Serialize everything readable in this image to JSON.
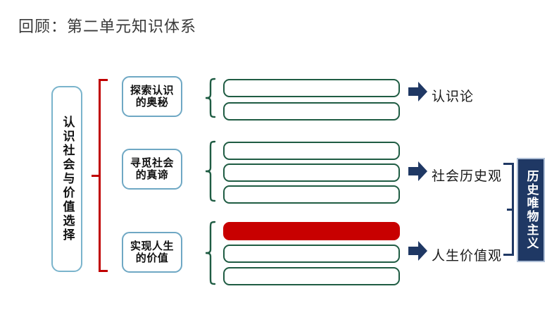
{
  "slide": {
    "title": "回顾：第二单元知识体系",
    "master_unit": "认识社会与价值选择",
    "summary": "历史唯物主义"
  },
  "colors": {
    "chapter_border": "#6fa8c4",
    "master_border": "#7ab4cc",
    "red_bracket": "#c00000",
    "green_bracket": "#1f5c43",
    "bar_border": "#1f5c43",
    "bar_highlight_fill": "#c80000",
    "arrow_navy": "#1f3864",
    "summary_fill": "#1f3864",
    "summary_border": "#aebfd6",
    "title_text": "#3a3a3a"
  },
  "groups": [
    {
      "chapter_line1": "探索认识",
      "chapter_line2": "的奥秘",
      "view_label": "认识论",
      "bars": [
        {
          "text": "",
          "highlight": false
        },
        {
          "text": "",
          "highlight": false
        }
      ]
    },
    {
      "chapter_line1": "寻觅社会",
      "chapter_line2": "的真谛",
      "view_label": "社会历史观",
      "bars": [
        {
          "text": "",
          "highlight": false
        },
        {
          "text": "",
          "highlight": false
        },
        {
          "text": "",
          "highlight": false
        }
      ]
    },
    {
      "chapter_line1": "实现人生",
      "chapter_line2": "的价值",
      "view_label": "人生价值观",
      "bars": [
        {
          "text": "",
          "highlight": true
        },
        {
          "text": "",
          "highlight": false
        },
        {
          "text": "",
          "highlight": false
        }
      ]
    }
  ]
}
